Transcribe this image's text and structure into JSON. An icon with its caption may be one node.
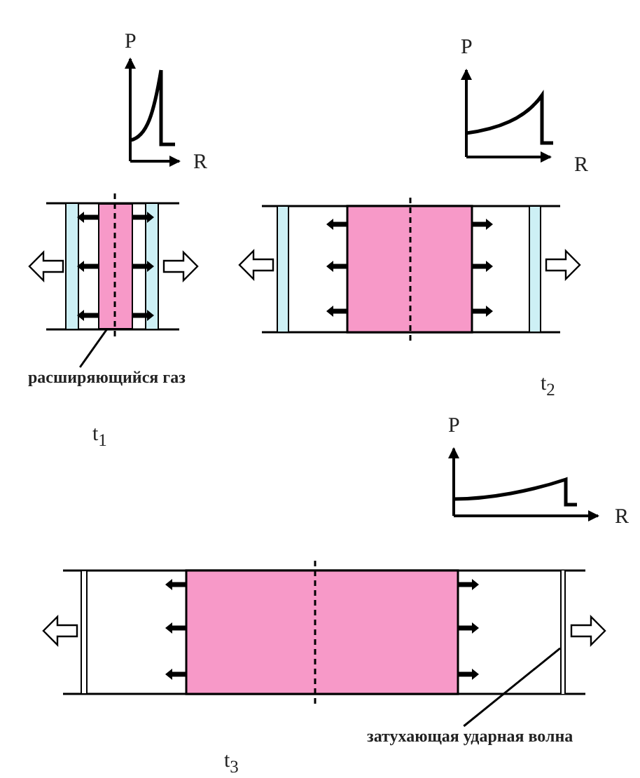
{
  "diagram": {
    "nodes": [
      {
        "text": [
          "расширяющийся газ"
        ]
      },
      {
        "text": [],
        "shape": "box"
      },
      {
        "text": [
          "затухающая ударная волна"
        ]
      },
      {
        "text": [],
        "shape": "bar"
      }
    ],
    "edges": [
      {
        "from": 0,
        "to": 1,
        "arrow": "none"
      },
      {
        "from": 2,
        "to": 3,
        "arrow": "none"
      }
    ],
    "labels": [
      "P",
      "R",
      "P",
      "R",
      "t$_{1}$",
      "t$_{2}$",
      "P",
      "R",
      "t$_{3}$"
    ]
  }
}
